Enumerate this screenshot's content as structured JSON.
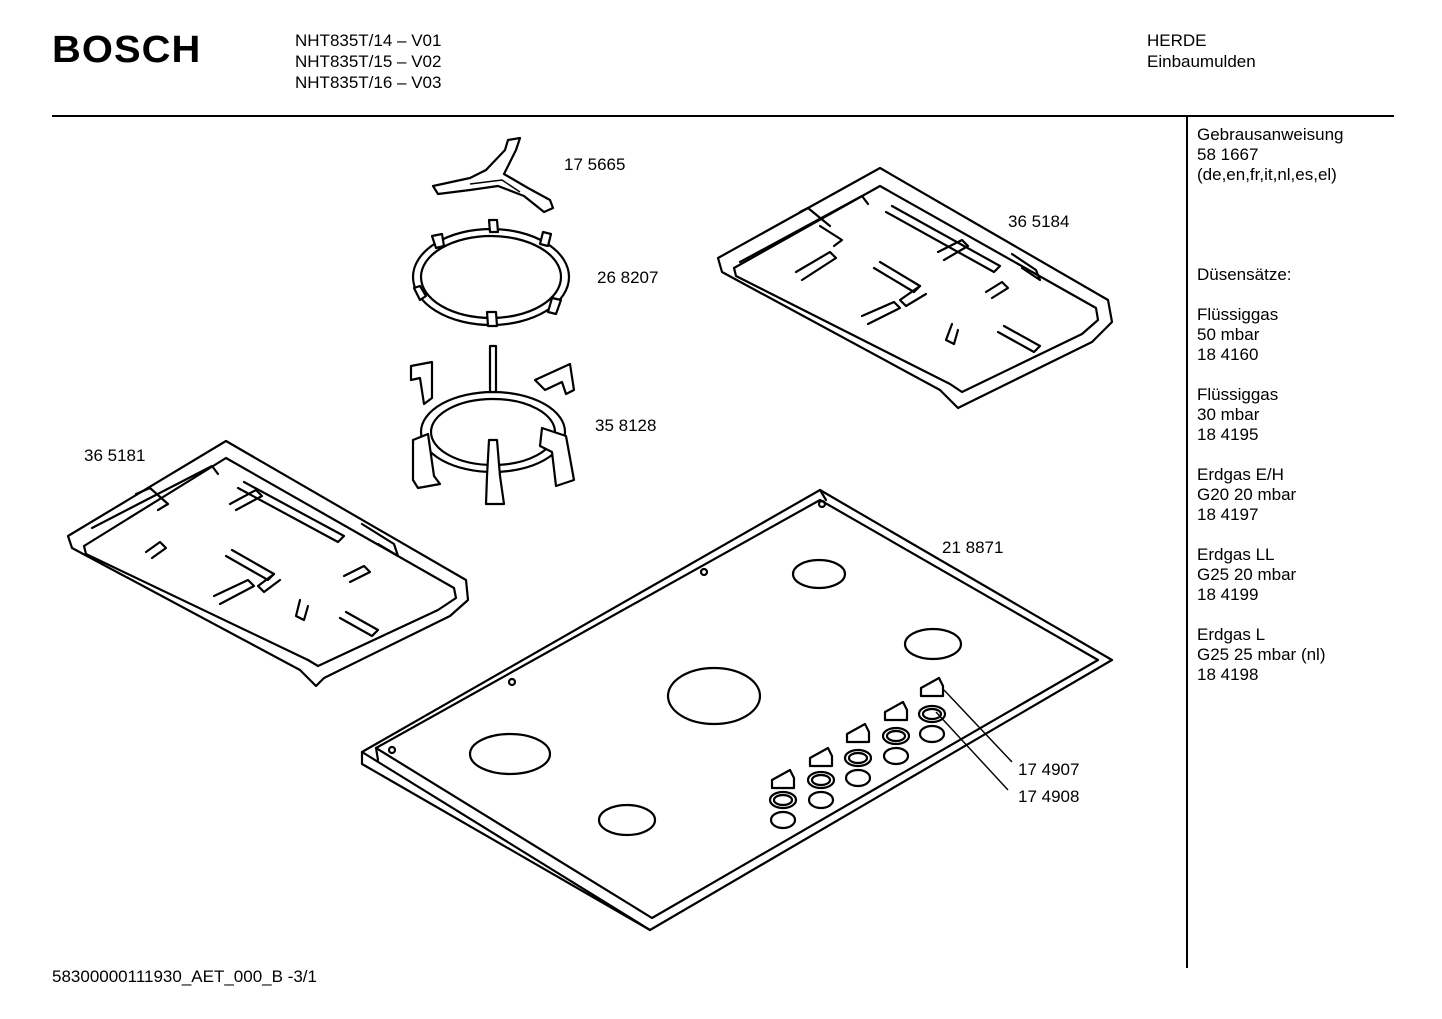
{
  "header": {
    "brand": "BOSCH",
    "models": [
      "NHT835T/14 – V01",
      "NHT835T/15 – V02",
      "NHT835T/16 – V03"
    ],
    "category": [
      "HERDE",
      "Einbaumulden"
    ]
  },
  "sidebar": {
    "manual": [
      "Gebrausanweisung",
      "58 1667",
      "(de,en,fr,it,nl,es,el)"
    ],
    "nozzle_title": "Düsensätze:",
    "nozzle_sets": [
      {
        "gas": "Flüssiggas",
        "pressure": "50 mbar",
        "part": "18 4160"
      },
      {
        "gas": "Flüssiggas",
        "pressure": "30 mbar",
        "part": "18 4195"
      },
      {
        "gas": "Erdgas E/H",
        "pressure": "G20 20 mbar",
        "part": "18 4197"
      },
      {
        "gas": "Erdgas LL",
        "pressure": "G25 20 mbar",
        "part": "18 4199"
      },
      {
        "gas": "Erdgas L",
        "pressure": "G25 25 mbar (nl)",
        "part": "18 4198"
      }
    ]
  },
  "parts": {
    "wok_star": "17 5665",
    "wok_ring": "26 8207",
    "wok_support": "35 8128",
    "grate_right": "36 5184",
    "grate_left": "36 5181",
    "hob_panel": "21 8871",
    "knob": "17 4907",
    "knob_ring": "17 4908"
  },
  "footer": "58300000111930_AET_000_B  -3/1"
}
